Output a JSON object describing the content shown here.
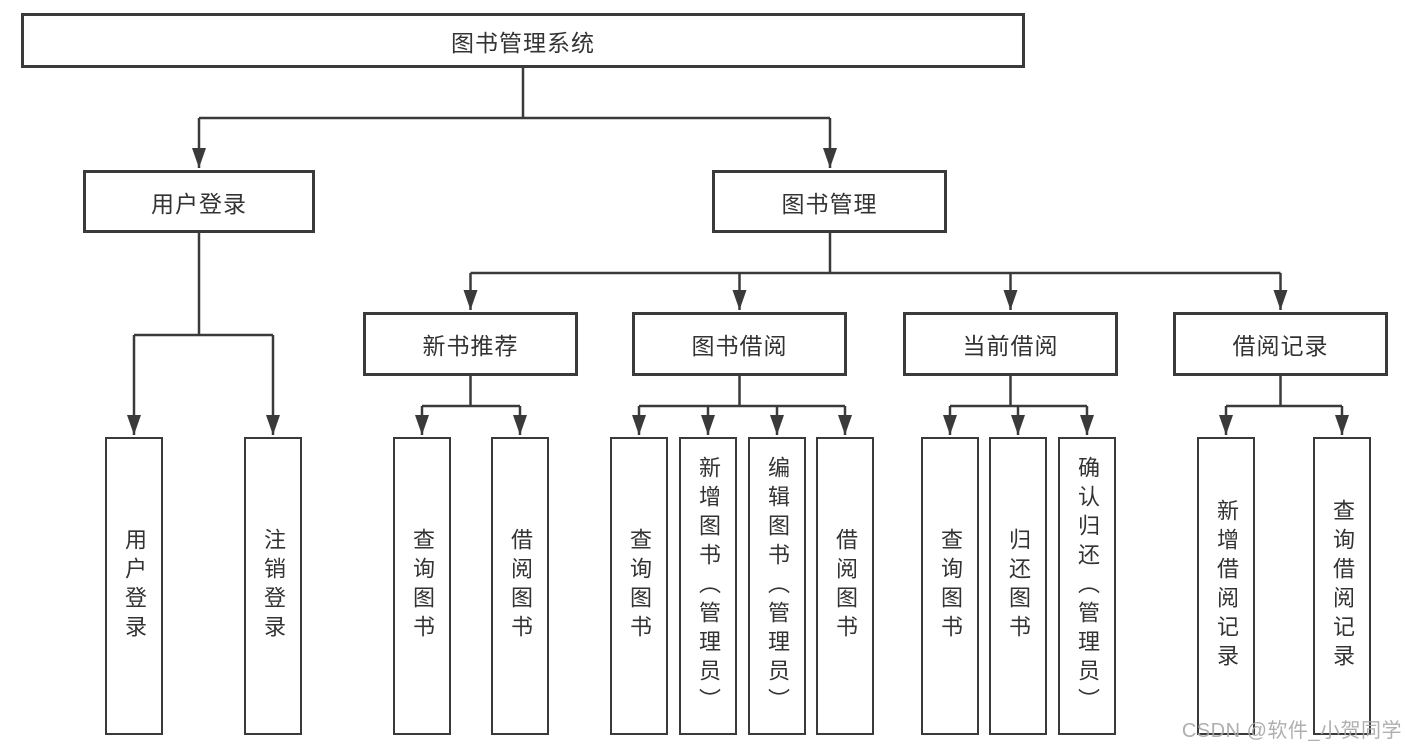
{
  "diagram": {
    "tree": {
      "label": "图书管理系统",
      "children": [
        {
          "label": "用户登录",
          "children": [
            {
              "label": "用户登录"
            },
            {
              "label": "注销登录"
            }
          ]
        },
        {
          "label": "图书管理",
          "children": [
            {
              "label": "新书推荐",
              "children": [
                {
                  "label": "查询图书"
                },
                {
                  "label": "借阅图书"
                }
              ]
            },
            {
              "label": "图书借阅",
              "children": [
                {
                  "label": "查询图书"
                },
                {
                  "label": "新增图书（管理员）"
                },
                {
                  "label": "编辑图书（管理员）"
                },
                {
                  "label": "借阅图书"
                }
              ]
            },
            {
              "label": "当前借阅",
              "children": [
                {
                  "label": "查询图书"
                },
                {
                  "label": "归还图书"
                },
                {
                  "label": "确认归还（管理员）"
                }
              ]
            },
            {
              "label": "借阅记录",
              "children": [
                {
                  "label": "新增借阅记录"
                },
                {
                  "label": "查询借阅记录"
                }
              ]
            }
          ]
        }
      ]
    },
    "colors": {
      "line": "#3a3a3a",
      "box_border": "#3a3a3a",
      "text": "#333333",
      "background": "#ffffff",
      "watermark": "#a8a8aa"
    }
  },
  "watermark": {
    "text": "CSDN @软件_小贺同学"
  }
}
